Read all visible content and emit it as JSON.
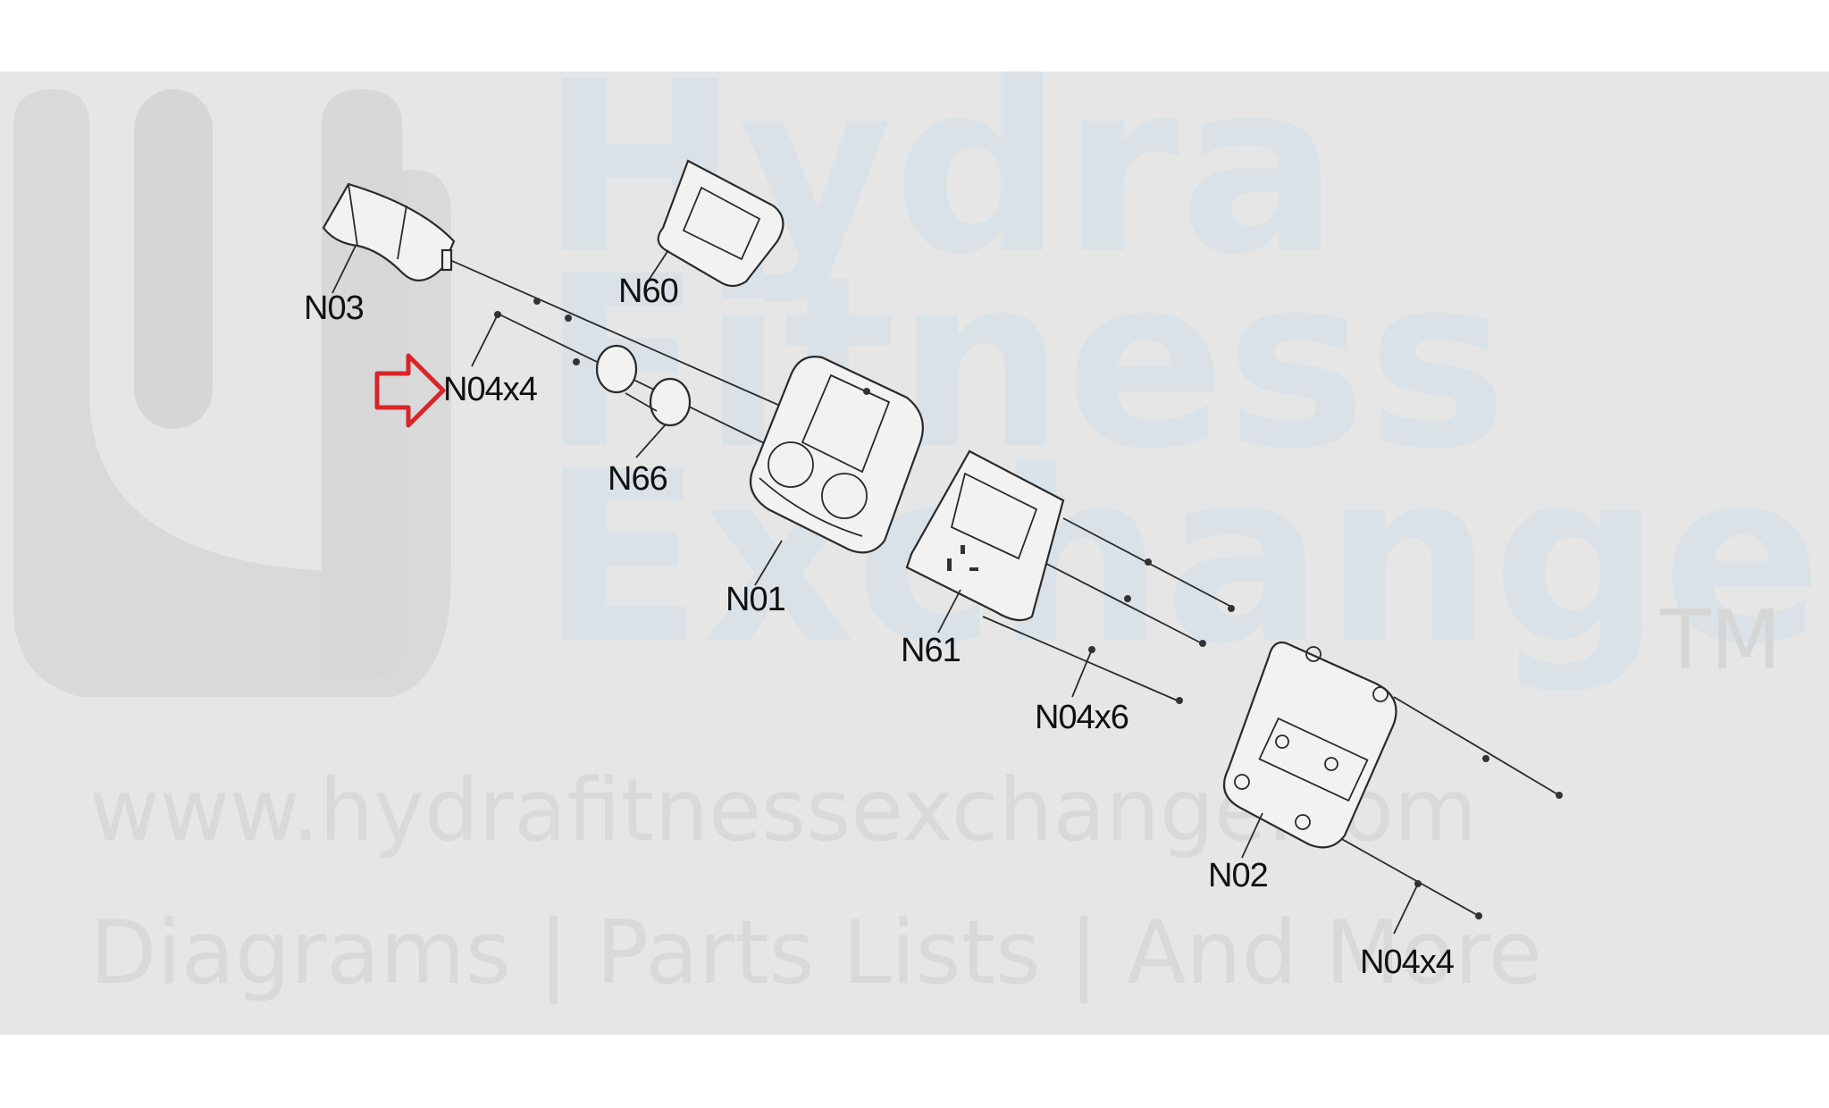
{
  "watermark": {
    "line1": "Hydra",
    "line2": "Fitness",
    "line3": "Exchange",
    "trademark": "TM",
    "url": "www.hydrafitnessexchange.com",
    "tagline": "Diagrams | Parts Lists | And More",
    "logo": "psi-logo"
  },
  "parts": {
    "n03": "N03",
    "n60": "N60",
    "n04x4_a": "N04x4",
    "n66": "N66",
    "n01": "N01",
    "n61": "N61",
    "n04x6": "N04x6",
    "n02": "N02",
    "n04x4_b": "N04x4"
  },
  "highlight": {
    "target": "N04x4",
    "color": "#d9252a",
    "icon": "right-arrow-icon"
  },
  "colors": {
    "band": "#e6e6e6",
    "watermark_blue": "#dae2e7",
    "line": "#2a2a2a"
  }
}
